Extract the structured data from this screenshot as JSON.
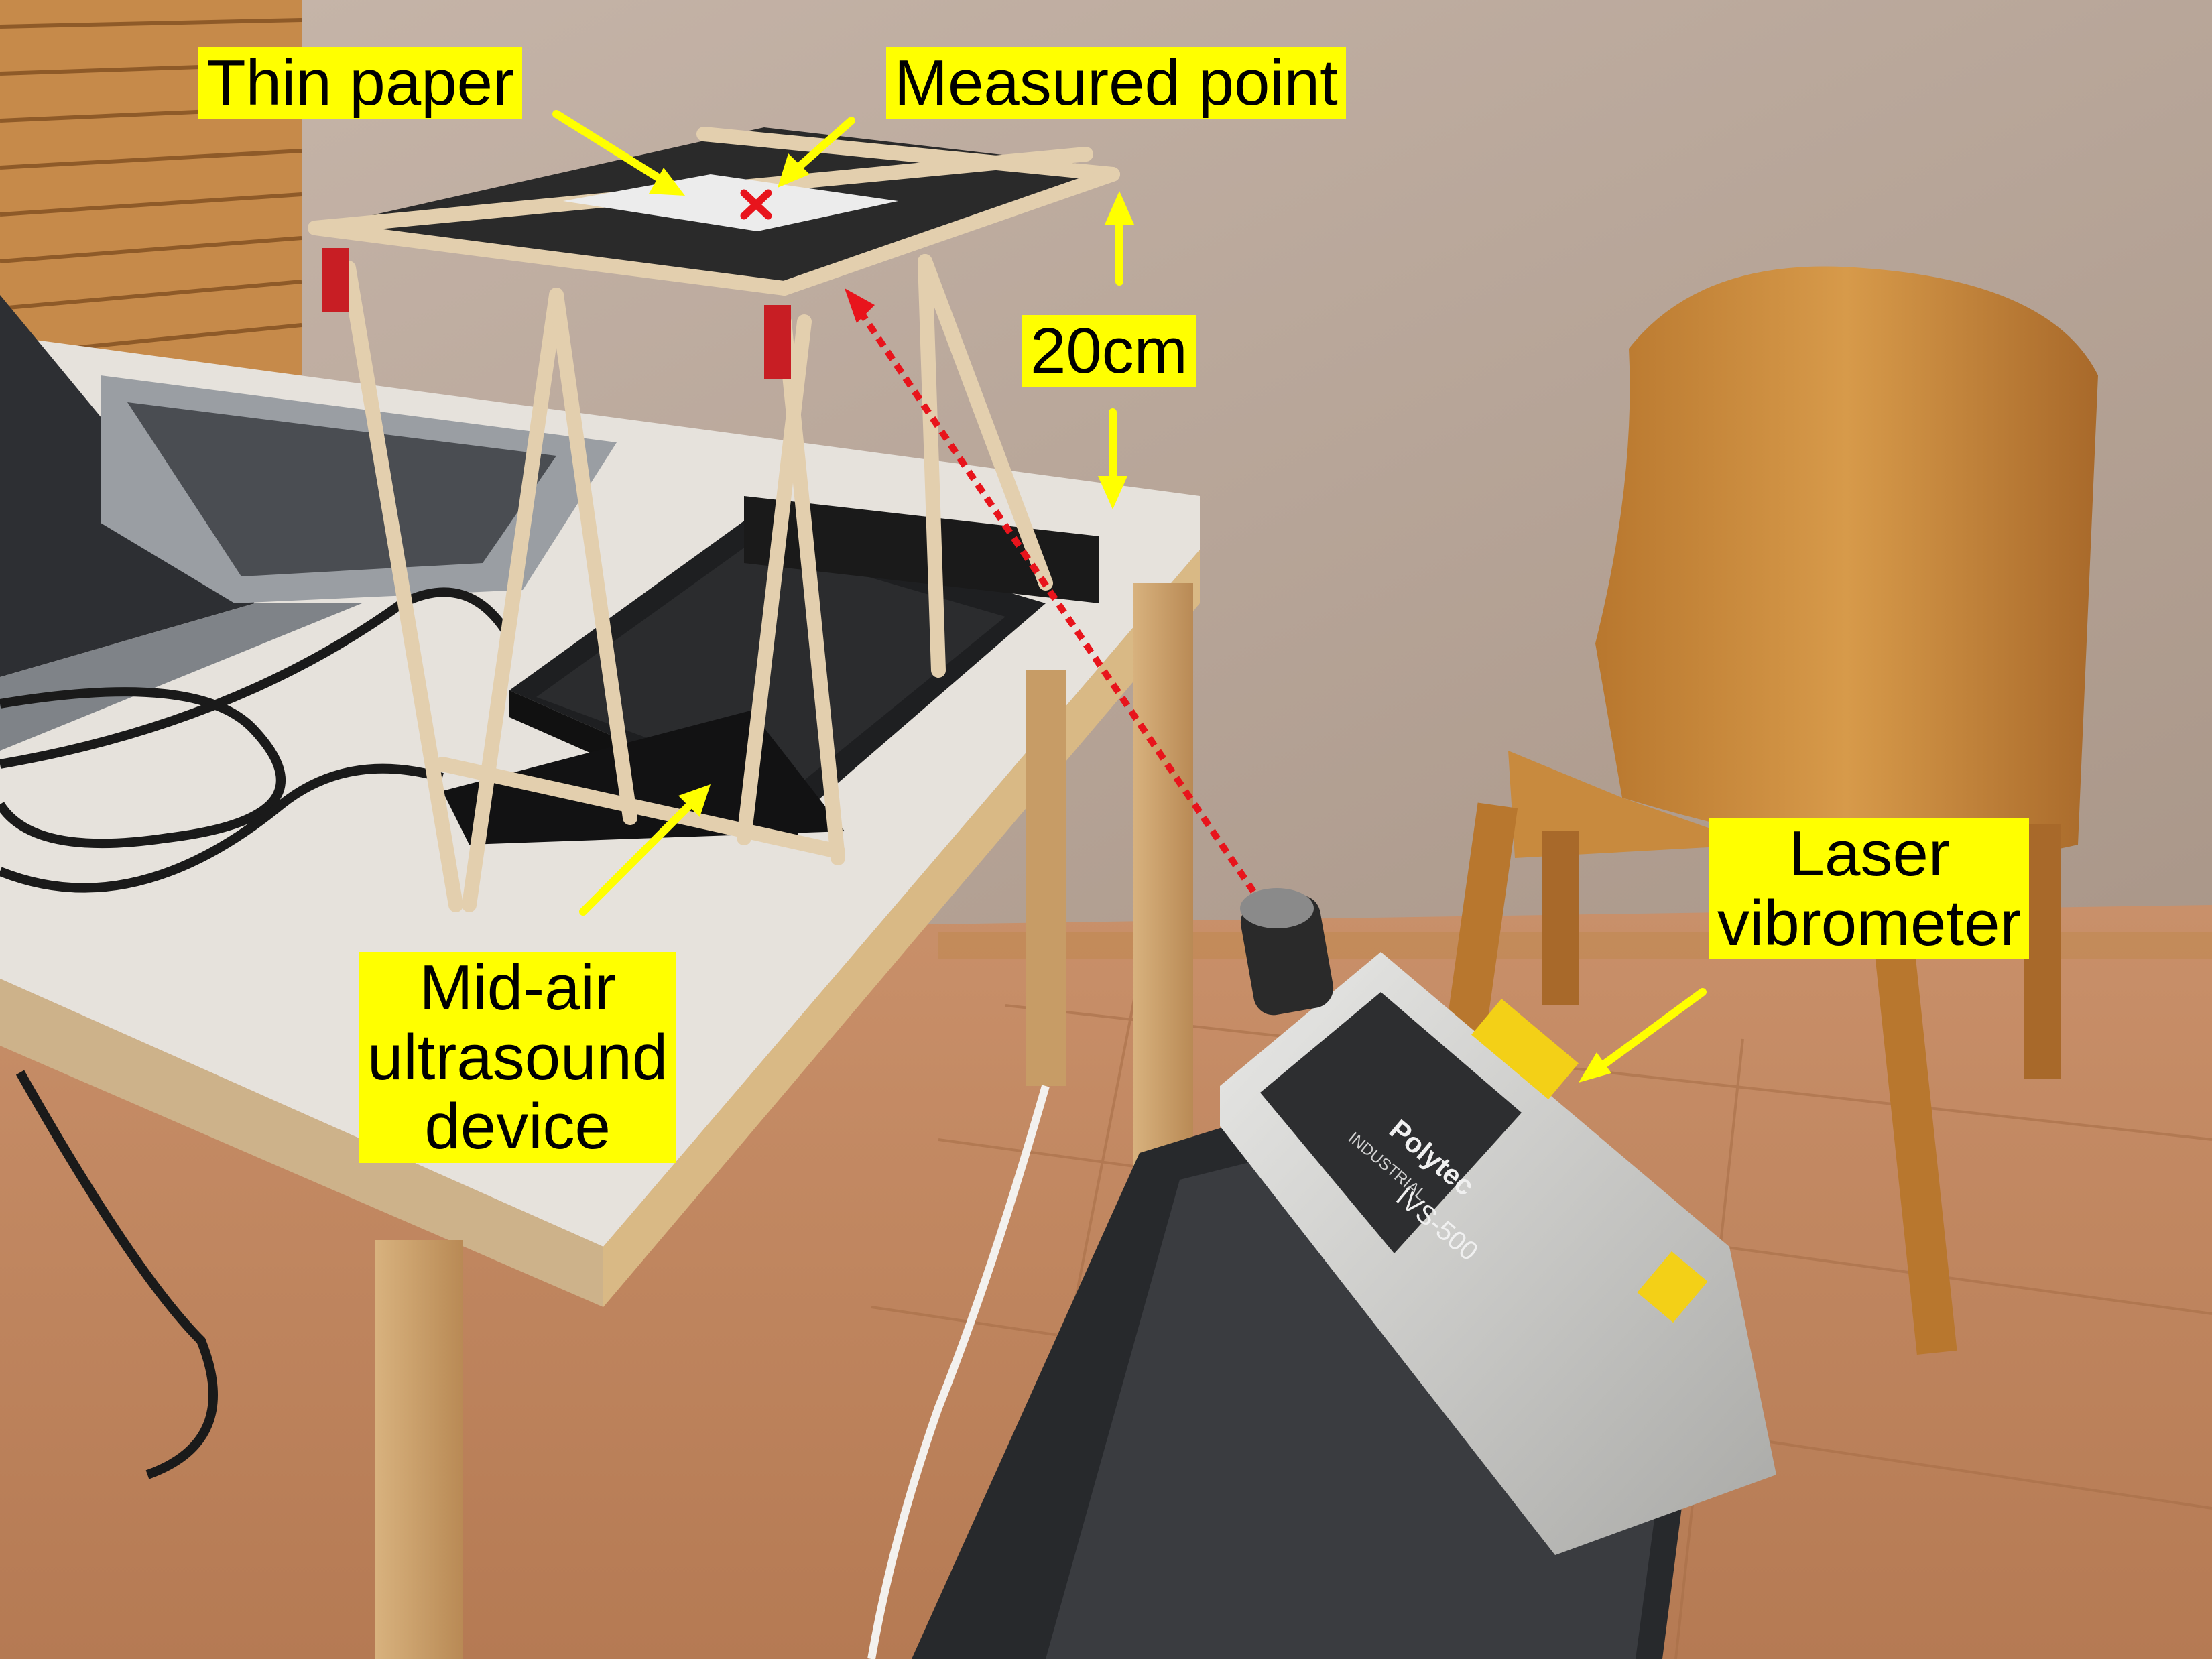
{
  "annotations": {
    "thin_paper": "Thin paper",
    "measured_point": "Measured point",
    "height": "20cm",
    "ultrasound_device": [
      "Mid-air",
      "ultrasound",
      "device"
    ],
    "laser_vibrometer": [
      "Laser",
      "vibrometer"
    ]
  },
  "device_markings": {
    "brand": "Polytec",
    "subtitle": "INDUSTRIAL",
    "model": "IVS-500"
  },
  "colors": {
    "annotation_background": "#ffff00",
    "arrow": "#ffff00",
    "laser_path": "#e8141c",
    "measured_point_marker": "#e8141c"
  }
}
